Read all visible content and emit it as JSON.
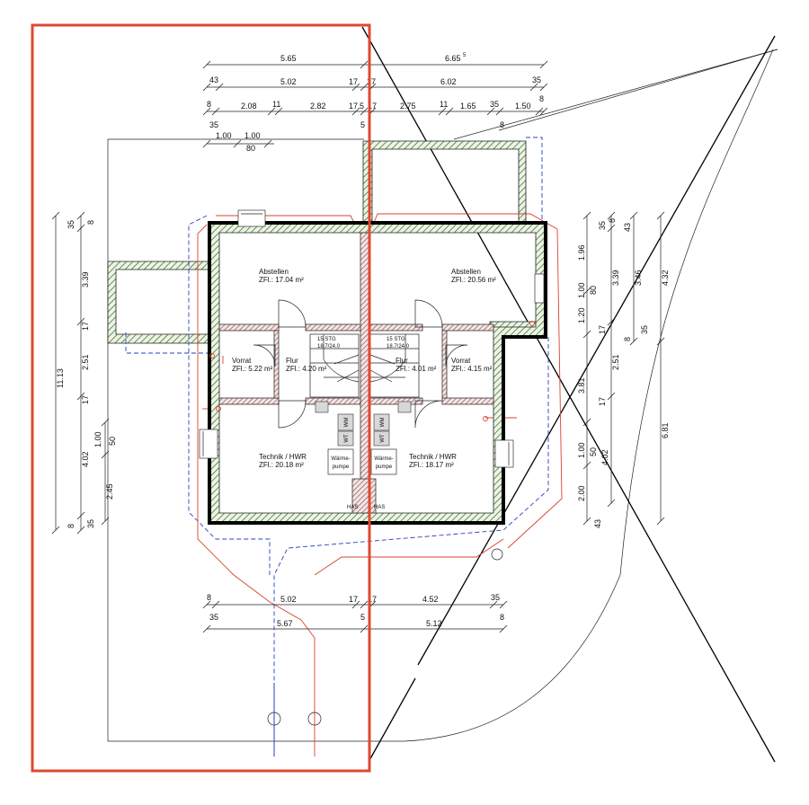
{
  "plan": {
    "rooms": [
      {
        "name": "Abstellen",
        "area": "ZFl.: 17.04 m²"
      },
      {
        "name": "Abstellen",
        "area": "ZFl.: 20.56 m²"
      },
      {
        "name": "Vorrat",
        "area": "ZFl.: 5.22 m²"
      },
      {
        "name": "Flur",
        "area": "ZFl.: 4.20 m²"
      },
      {
        "name": "Flur",
        "area": "ZFl.: 4.01 m²"
      },
      {
        "name": "Vorrat",
        "area": "ZFl.: 4.15 m²"
      },
      {
        "name": "Technik / HWR",
        "area": "ZFl.: 20.18 m²"
      },
      {
        "name": "Technik / HWR",
        "area": "ZFl.: 18.17 m²"
      }
    ],
    "stairs": [
      {
        "label": "15 STG",
        "ratio": "18.7/24.0"
      },
      {
        "label": "15 STG",
        "ratio": "18.7/24.0"
      }
    ],
    "equipment": {
      "heat_pump": [
        "Wärme-",
        "pumpe"
      ],
      "wm": "WM",
      "wt": "WT",
      "has": "HAS"
    },
    "dims_top": {
      "r1": [
        "5.65",
        "6.65"
      ],
      "r2": [
        "43",
        "5.02",
        "17",
        "17",
        "6.02",
        "35"
      ],
      "r3": [
        "8",
        "2.08",
        "11",
        "2.82",
        "17",
        "5",
        "17",
        "2.75",
        "11",
        "1.65",
        "35",
        "1.50",
        "8"
      ],
      "r4": [
        "35",
        "5",
        "8"
      ],
      "r5": [
        "1.00",
        "1.00",
        "80"
      ]
    },
    "dims_left": [
      "35",
      "8",
      "3.39",
      "17",
      "2.51",
      "17",
      "4.02",
      "8",
      "35",
      "11.13",
      "1.00",
      "50",
      "2.45"
    ],
    "dims_right": [
      "35",
      "8",
      "1.96",
      "43",
      "3.39",
      "3.46",
      "4.32",
      "1.00",
      "80",
      "1.20",
      "17",
      "8",
      "35",
      "3.81",
      "2.51",
      "17",
      "6.81",
      "1.00",
      "50",
      "4.02",
      "2.00",
      "43"
    ],
    "dims_bottom": {
      "r1": [
        "8",
        "5.02",
        "17",
        "17",
        "4.52",
        "35"
      ],
      "r2": [
        "35",
        "5",
        "8"
      ],
      "r3": [
        "5.67",
        "5.12"
      ]
    },
    "superscript": "5",
    "colors": {
      "highlight": "#e0482f",
      "wall_hatch": "#3f7a2a",
      "red_line": "#d9422f",
      "blue_line": "#2b3fbf"
    }
  }
}
